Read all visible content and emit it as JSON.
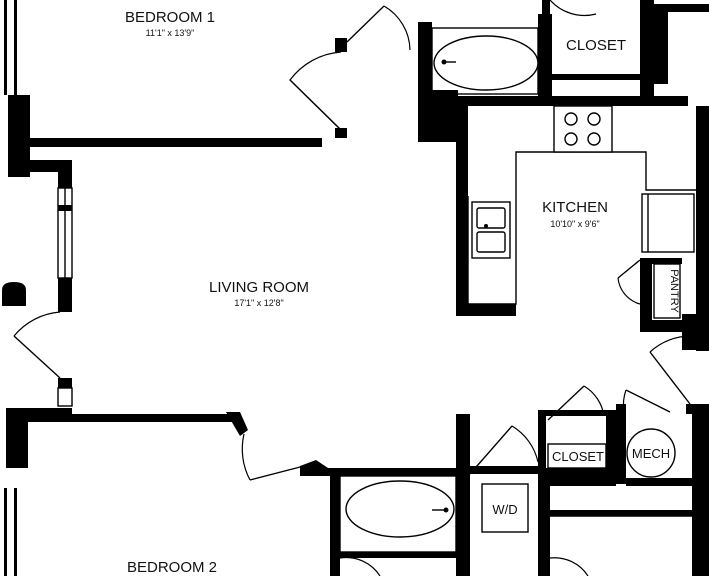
{
  "rooms": {
    "bedroom1": {
      "name": "BEDROOM 1",
      "dims": "11'1\" x 13'9\""
    },
    "living": {
      "name": "LIVING ROOM",
      "dims": "17'1\" x 12'8\""
    },
    "kitchen": {
      "name": "KITCHEN",
      "dims": "10'10\" x 9'6\""
    },
    "bedroom2": {
      "name": "BEDROOM 2"
    },
    "closet_top": {
      "name": "CLOSET"
    },
    "closet_small": {
      "name": "CLOSET"
    },
    "mech": {
      "name": "MECH"
    },
    "wd": {
      "name": "W/D"
    },
    "pantry": {
      "name": "PANTRY"
    }
  }
}
